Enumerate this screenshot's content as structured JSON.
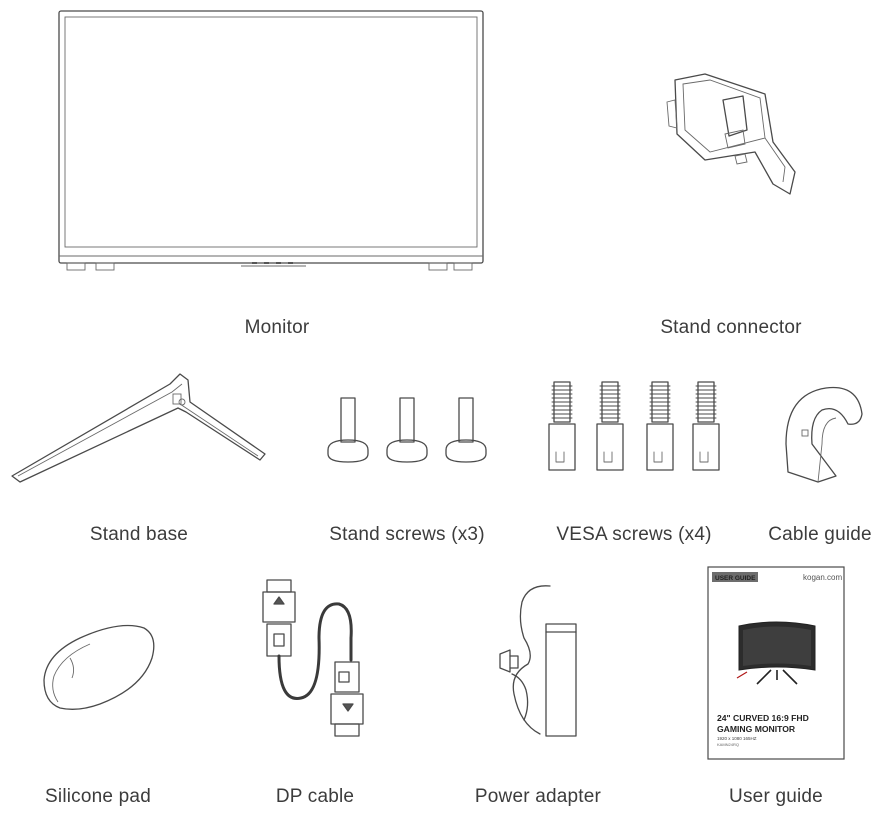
{
  "items": [
    {
      "id": "monitor",
      "label": "Monitor"
    },
    {
      "id": "stand-connector",
      "label": "Stand connector"
    },
    {
      "id": "stand-base",
      "label": "Stand base"
    },
    {
      "id": "stand-screws",
      "label": "Stand screws (x3)"
    },
    {
      "id": "vesa-screws",
      "label": "VESA screws (x4)"
    },
    {
      "id": "cable-guide",
      "label": "Cable guide"
    },
    {
      "id": "silicone-pad",
      "label": "Silicone pad"
    },
    {
      "id": "dp-cable",
      "label": "DP cable"
    },
    {
      "id": "power-adapter",
      "label": "Power adapter"
    },
    {
      "id": "user-guide",
      "label": "User guide"
    }
  ],
  "user_guide_cover": {
    "tag": "USER GUIDE",
    "brand": "kogan.com",
    "title_line1": "24\" CURVED 16:9 FHD",
    "title_line2": "GAMING MONITOR",
    "spec": "1920 x 1080 165HZ",
    "model": "KAMN24RQ"
  }
}
